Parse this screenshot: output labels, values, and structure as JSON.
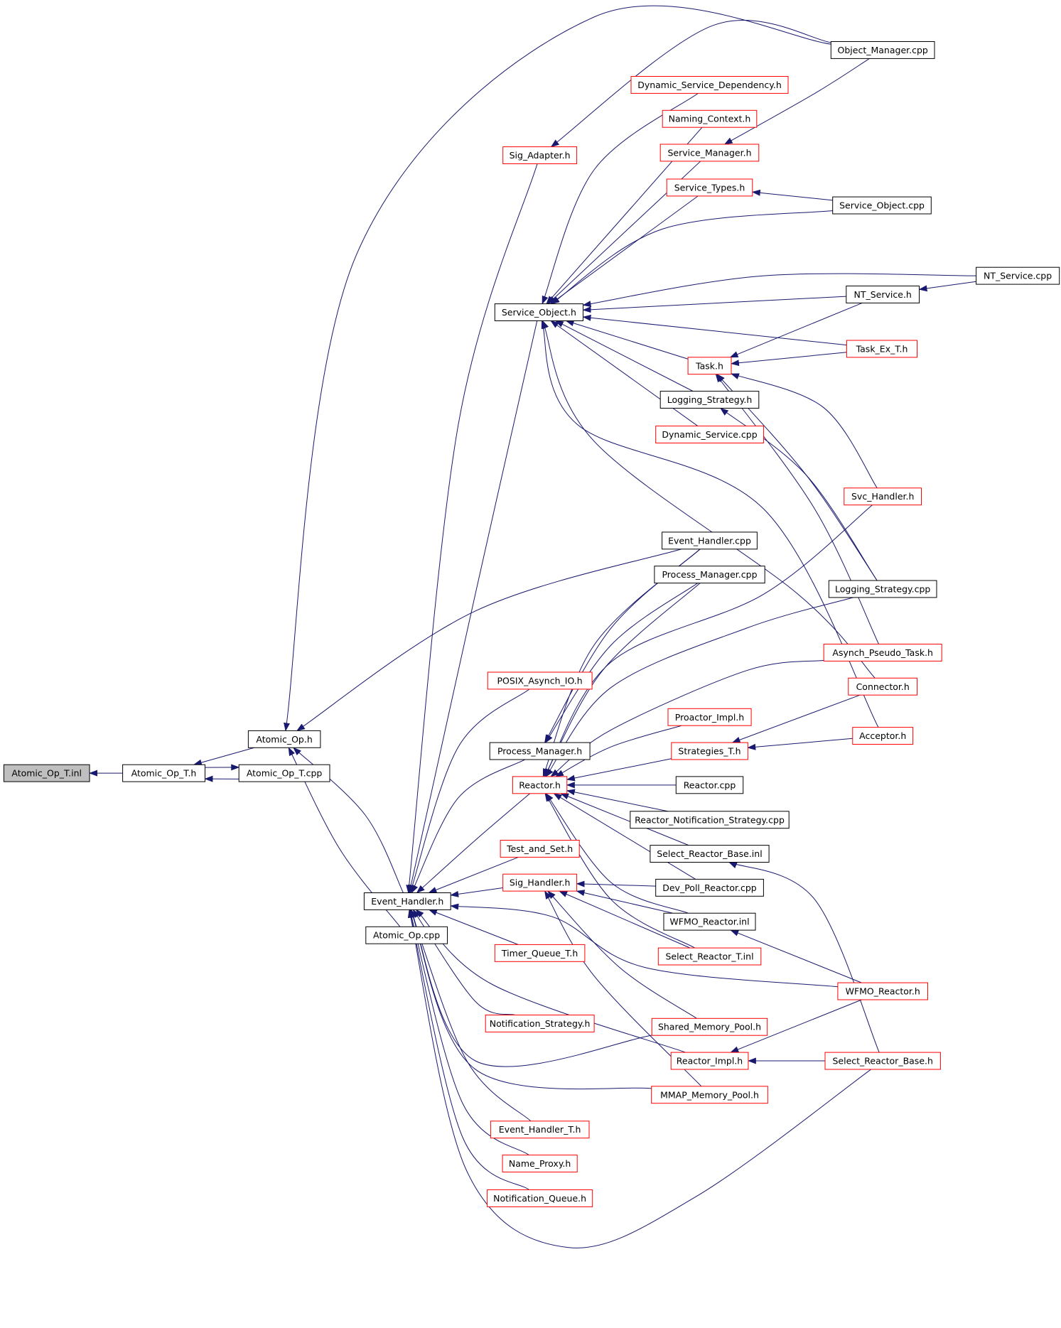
{
  "colors": {
    "edge": "#191970",
    "box_black": "#000000",
    "box_red": "#ff0000",
    "box_gray_fill": "#bfbfbf",
    "background": "#ffffff"
  },
  "nodes": [
    {
      "id": "atomic-op-t-inl",
      "label": "Atomic_Op_T.inl",
      "border": "black",
      "fill": "gray"
    },
    {
      "id": "atomic-op-t-h",
      "label": "Atomic_Op_T.h",
      "border": "black"
    },
    {
      "id": "atomic-op-h",
      "label": "Atomic_Op.h",
      "border": "black"
    },
    {
      "id": "atomic-op-t-cpp",
      "label": "Atomic_Op_T.cpp",
      "border": "black"
    },
    {
      "id": "event-handler-h",
      "label": "Event_Handler.h",
      "border": "black"
    },
    {
      "id": "atomic-op-cpp",
      "label": "Atomic_Op.cpp",
      "border": "black"
    },
    {
      "id": "object-manager-cpp",
      "label": "Object_Manager.cpp",
      "border": "black"
    },
    {
      "id": "dynamic-service-dependency-h",
      "label": "Dynamic_Service_Dependency.h",
      "border": "red"
    },
    {
      "id": "naming-context-h",
      "label": "Naming_Context.h",
      "border": "red"
    },
    {
      "id": "sig-adapter-h",
      "label": "Sig_Adapter.h",
      "border": "red"
    },
    {
      "id": "service-manager-h",
      "label": "Service_Manager.h",
      "border": "red"
    },
    {
      "id": "service-types-h",
      "label": "Service_Types.h",
      "border": "red"
    },
    {
      "id": "service-object-cpp",
      "label": "Service_Object.cpp",
      "border": "black"
    },
    {
      "id": "nt-service-cpp",
      "label": "NT_Service.cpp",
      "border": "black"
    },
    {
      "id": "service-object-h",
      "label": "Service_Object.h",
      "border": "black"
    },
    {
      "id": "nt-service-h",
      "label": "NT_Service.h",
      "border": "black"
    },
    {
      "id": "task-ex-t-h",
      "label": "Task_Ex_T.h",
      "border": "red"
    },
    {
      "id": "task-h",
      "label": "Task.h",
      "border": "red"
    },
    {
      "id": "logging-strategy-h",
      "label": "Logging_Strategy.h",
      "border": "black"
    },
    {
      "id": "dynamic-service-cpp",
      "label": "Dynamic_Service.cpp",
      "border": "red"
    },
    {
      "id": "svc-handler-h",
      "label": "Svc_Handler.h",
      "border": "red"
    },
    {
      "id": "event-handler-cpp",
      "label": "Event_Handler.cpp",
      "border": "black"
    },
    {
      "id": "process-manager-cpp",
      "label": "Process_Manager.cpp",
      "border": "black"
    },
    {
      "id": "logging-strategy-cpp",
      "label": "Logging_Strategy.cpp",
      "border": "black"
    },
    {
      "id": "asynch-pseudo-task-h",
      "label": "Asynch_Pseudo_Task.h",
      "border": "red"
    },
    {
      "id": "posix-asynch-io-h",
      "label": "POSIX_Asynch_IO.h",
      "border": "red"
    },
    {
      "id": "connector-h",
      "label": "Connector.h",
      "border": "red"
    },
    {
      "id": "proactor-impl-h",
      "label": "Proactor_Impl.h",
      "border": "red"
    },
    {
      "id": "acceptor-h",
      "label": "Acceptor.h",
      "border": "red"
    },
    {
      "id": "process-manager-h",
      "label": "Process_Manager.h",
      "border": "black"
    },
    {
      "id": "strategies-t-h",
      "label": "Strategies_T.h",
      "border": "red"
    },
    {
      "id": "reactor-h",
      "label": "Reactor.h",
      "border": "red"
    },
    {
      "id": "reactor-cpp",
      "label": "Reactor.cpp",
      "border": "black"
    },
    {
      "id": "reactor-notification-strategy-cpp",
      "label": "Reactor_Notification_Strategy.cpp",
      "border": "black"
    },
    {
      "id": "test-and-set-h",
      "label": "Test_and_Set.h",
      "border": "red"
    },
    {
      "id": "select-reactor-base-inl",
      "label": "Select_Reactor_Base.inl",
      "border": "black"
    },
    {
      "id": "sig-handler-h",
      "label": "Sig_Handler.h",
      "border": "red"
    },
    {
      "id": "dev-poll-reactor-cpp",
      "label": "Dev_Poll_Reactor.cpp",
      "border": "black"
    },
    {
      "id": "wfmo-reactor-inl",
      "label": "WFMO_Reactor.inl",
      "border": "black"
    },
    {
      "id": "timer-queue-t-h",
      "label": "Timer_Queue_T.h",
      "border": "red"
    },
    {
      "id": "select-reactor-t-inl",
      "label": "Select_Reactor_T.inl",
      "border": "red"
    },
    {
      "id": "wfmo-reactor-h",
      "label": "WFMO_Reactor.h",
      "border": "red"
    },
    {
      "id": "notification-strategy-h",
      "label": "Notification_Strategy.h",
      "border": "red"
    },
    {
      "id": "shared-memory-pool-h",
      "label": "Shared_Memory_Pool.h",
      "border": "red"
    },
    {
      "id": "reactor-impl-h",
      "label": "Reactor_Impl.h",
      "border": "red"
    },
    {
      "id": "select-reactor-base-h",
      "label": "Select_Reactor_Base.h",
      "border": "red"
    },
    {
      "id": "mmap-memory-pool-h",
      "label": "MMAP_Memory_Pool.h",
      "border": "red"
    },
    {
      "id": "event-handler-t-h",
      "label": "Event_Handler_T.h",
      "border": "red"
    },
    {
      "id": "name-proxy-h",
      "label": "Name_Proxy.h",
      "border": "red"
    },
    {
      "id": "notification-queue-h",
      "label": "Notification_Queue.h",
      "border": "red"
    }
  ],
  "edges": [
    [
      "atomic-op-t-h",
      "atomic-op-t-inl"
    ],
    [
      "atomic-op-h",
      "atomic-op-t-h"
    ],
    [
      "atomic-op-t-cpp",
      "atomic-op-t-h"
    ],
    [
      "atomic-op-t-h",
      "atomic-op-t-cpp"
    ],
    [
      "object-manager-cpp",
      "atomic-op-h"
    ],
    [
      "event-handler-cpp",
      "atomic-op-h"
    ],
    [
      "event-handler-h",
      "atomic-op-h"
    ],
    [
      "atomic-op-cpp",
      "atomic-op-h"
    ],
    [
      "object-manager-cpp",
      "sig-adapter-h"
    ],
    [
      "sig-adapter-h",
      "event-handler-h"
    ],
    [
      "object-manager-cpp",
      "service-manager-h"
    ],
    [
      "dynamic-service-dependency-h",
      "service-object-h"
    ],
    [
      "naming-context-h",
      "service-object-h"
    ],
    [
      "service-manager-h",
      "service-object-h"
    ],
    [
      "service-types-h",
      "service-object-h"
    ],
    [
      "service-object-cpp",
      "service-types-h"
    ],
    [
      "service-object-cpp",
      "service-object-h"
    ],
    [
      "nt-service-cpp",
      "service-object-h"
    ],
    [
      "nt-service-cpp",
      "nt-service-h"
    ],
    [
      "nt-service-h",
      "service-object-h"
    ],
    [
      "task-ex-t-h",
      "service-object-h"
    ],
    [
      "task-h",
      "service-object-h"
    ],
    [
      "logging-strategy-h",
      "service-object-h"
    ],
    [
      "dynamic-service-cpp",
      "service-object-h"
    ],
    [
      "acceptor-h",
      "service-object-h"
    ],
    [
      "connector-h",
      "service-object-h"
    ],
    [
      "service-object-h",
      "event-handler-h"
    ],
    [
      "nt-service-h",
      "task-h"
    ],
    [
      "task-ex-t-h",
      "task-h"
    ],
    [
      "svc-handler-h",
      "task-h"
    ],
    [
      "logging-strategy-cpp",
      "task-h"
    ],
    [
      "asynch-pseudo-task-h",
      "task-h"
    ],
    [
      "logging-strategy-cpp",
      "logging-strategy-h"
    ],
    [
      "posix-asynch-io-h",
      "event-handler-h"
    ],
    [
      "event-handler-cpp",
      "process-manager-h"
    ],
    [
      "process-manager-cpp",
      "process-manager-h"
    ],
    [
      "process-manager-h",
      "event-handler-h"
    ],
    [
      "event-handler-cpp",
      "reactor-h"
    ],
    [
      "process-manager-cpp",
      "reactor-h"
    ],
    [
      "svc-handler-h",
      "reactor-h"
    ],
    [
      "logging-strategy-cpp",
      "reactor-h"
    ],
    [
      "asynch-pseudo-task-h",
      "reactor-h"
    ],
    [
      "proactor-impl-h",
      "reactor-h"
    ],
    [
      "strategies-t-h",
      "reactor-h"
    ],
    [
      "connector-h",
      "strategies-t-h"
    ],
    [
      "acceptor-h",
      "strategies-t-h"
    ],
    [
      "reactor-cpp",
      "reactor-h"
    ],
    [
      "reactor-notification-strategy-cpp",
      "reactor-h"
    ],
    [
      "select-reactor-base-inl",
      "reactor-h"
    ],
    [
      "dev-poll-reactor-cpp",
      "reactor-h"
    ],
    [
      "wfmo-reactor-inl",
      "reactor-h"
    ],
    [
      "select-reactor-t-inl",
      "reactor-h"
    ],
    [
      "reactor-h",
      "event-handler-h"
    ],
    [
      "test-and-set-h",
      "event-handler-h"
    ],
    [
      "sig-handler-h",
      "event-handler-h"
    ],
    [
      "dev-poll-reactor-cpp",
      "sig-handler-h"
    ],
    [
      "wfmo-reactor-inl",
      "sig-handler-h"
    ],
    [
      "select-reactor-t-inl",
      "sig-handler-h"
    ],
    [
      "shared-memory-pool-h",
      "sig-handler-h"
    ],
    [
      "mmap-memory-pool-h",
      "sig-handler-h"
    ],
    [
      "wfmo-reactor-h",
      "wfmo-reactor-inl"
    ],
    [
      "select-reactor-base-h",
      "select-reactor-base-inl"
    ],
    [
      "wfmo-reactor-h",
      "reactor-impl-h"
    ],
    [
      "select-reactor-base-h",
      "reactor-impl-h"
    ],
    [
      "timer-queue-t-h",
      "event-handler-h"
    ],
    [
      "wfmo-reactor-h",
      "event-handler-h"
    ],
    [
      "notification-strategy-h",
      "event-handler-h"
    ],
    [
      "shared-memory-pool-h",
      "event-handler-h"
    ],
    [
      "reactor-impl-h",
      "event-handler-h"
    ],
    [
      "mmap-memory-pool-h",
      "event-handler-h"
    ],
    [
      "event-handler-t-h",
      "event-handler-h"
    ],
    [
      "name-proxy-h",
      "event-handler-h"
    ],
    [
      "notification-queue-h",
      "event-handler-h"
    ],
    [
      "select-reactor-base-h",
      "event-handler-h"
    ]
  ]
}
